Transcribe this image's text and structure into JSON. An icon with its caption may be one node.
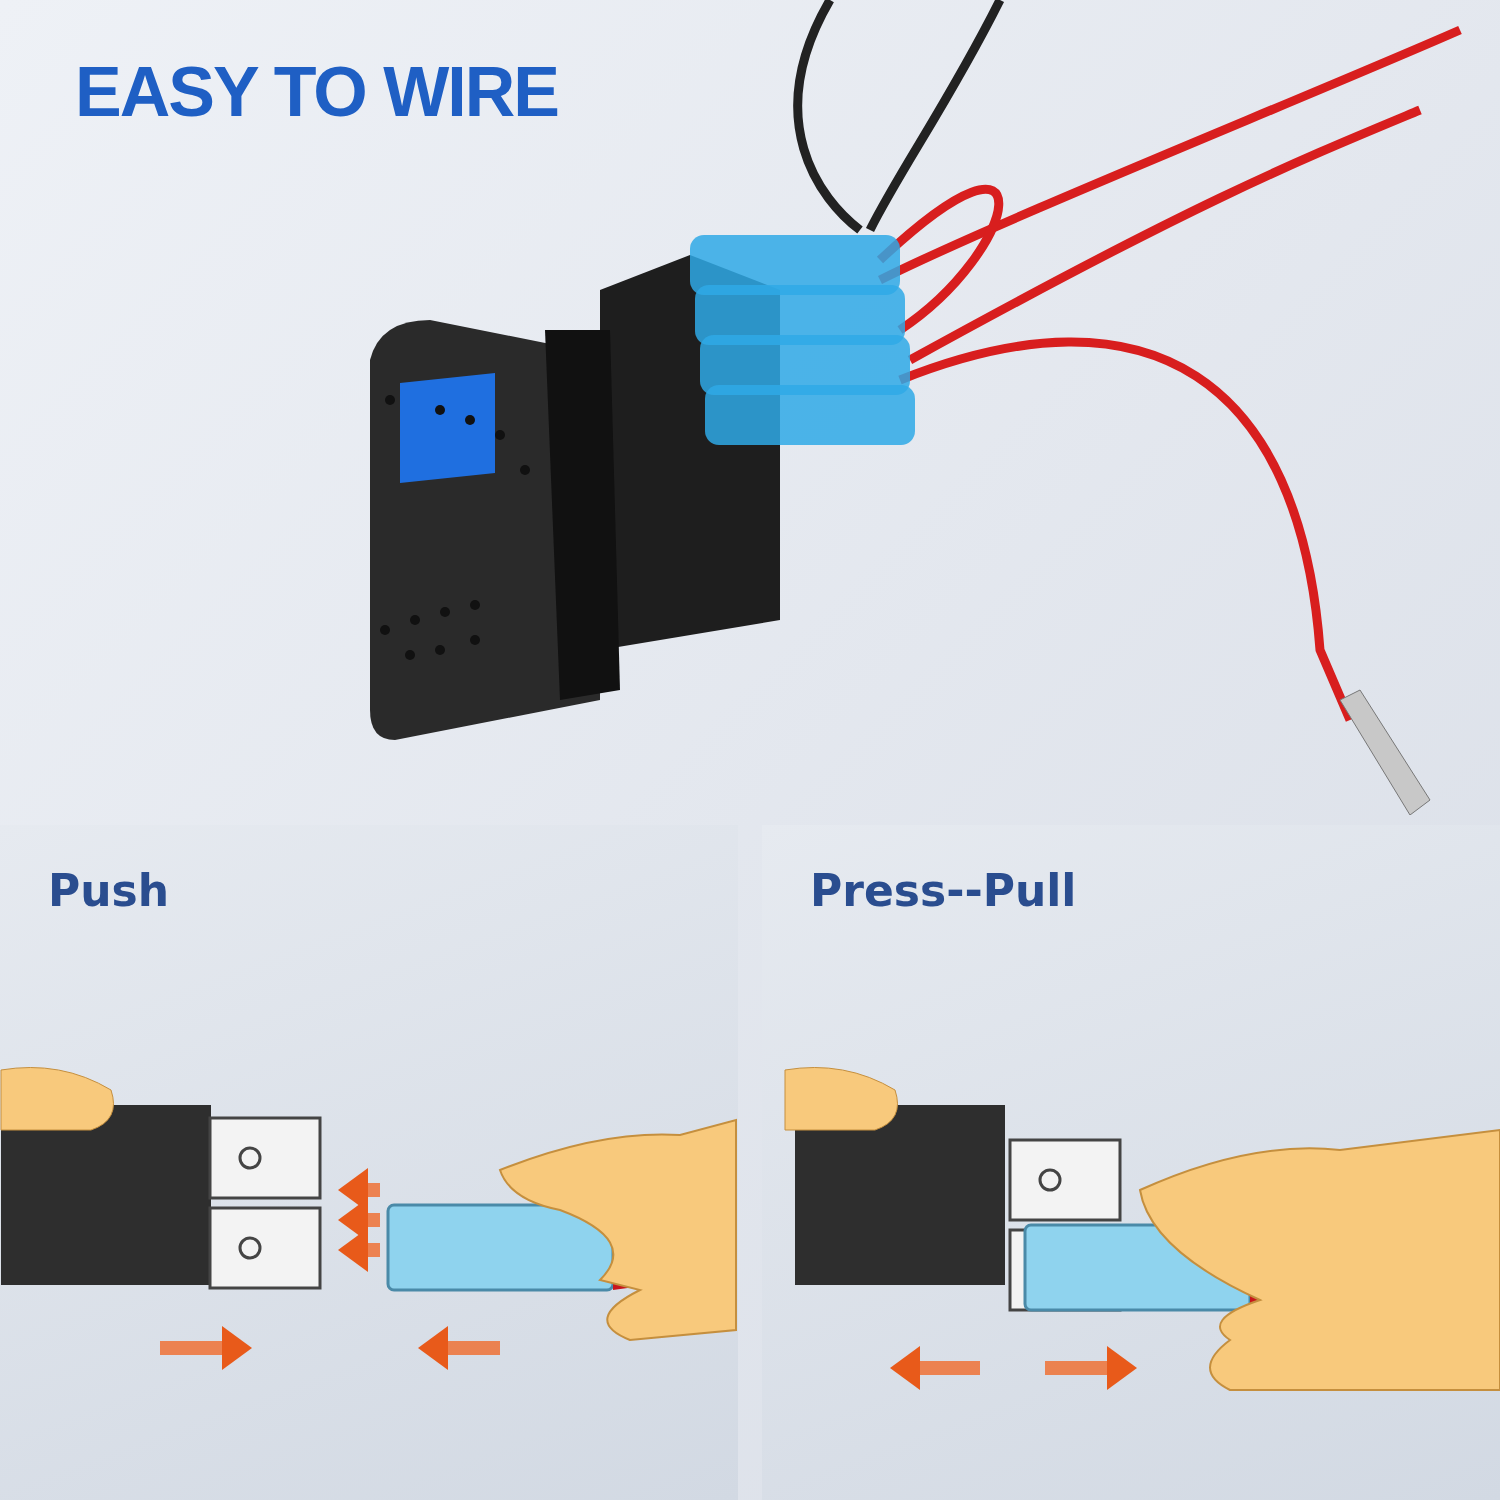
{
  "diagram": {
    "title": "EASY TO WIRE",
    "nodes": [
      {
        "text": [
          "Push"
        ]
      },
      {
        "text": [
          "Press--Pull"
        ]
      }
    ]
  }
}
